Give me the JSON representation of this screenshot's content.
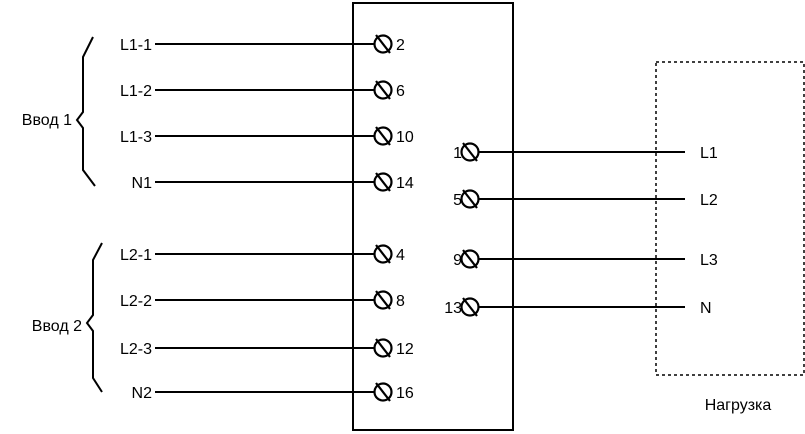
{
  "inputs": [
    {
      "label": "Ввод 1",
      "lines": [
        {
          "wire": "L1-1",
          "terminal": "2"
        },
        {
          "wire": "L1-2",
          "terminal": "6"
        },
        {
          "wire": "L1-3",
          "terminal": "10"
        },
        {
          "wire": "N1",
          "terminal": "14"
        }
      ]
    },
    {
      "label": "Ввод 2",
      "lines": [
        {
          "wire": "L2-1",
          "terminal": "4"
        },
        {
          "wire": "L2-2",
          "terminal": "8"
        },
        {
          "wire": "L2-3",
          "terminal": "12"
        },
        {
          "wire": "N2",
          "terminal": "16"
        }
      ]
    }
  ],
  "outputs": [
    {
      "terminal": "1",
      "wire": "L1"
    },
    {
      "terminal": "5",
      "wire": "L2"
    },
    {
      "terminal": "9",
      "wire": "L3"
    },
    {
      "terminal": "13",
      "wire": "N"
    }
  ],
  "load": {
    "label": "Нагрузка"
  }
}
